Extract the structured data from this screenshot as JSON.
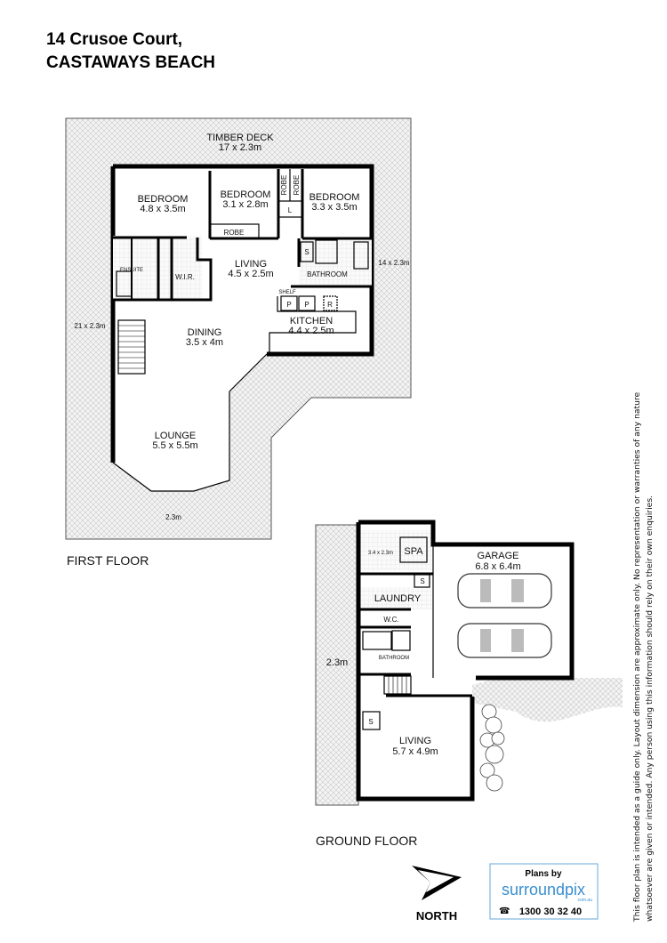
{
  "header": {
    "line1": "14 Crusoe Court,",
    "line2": "CASTAWAYS BEACH"
  },
  "first_floor": {
    "label": "FIRST FLOOR",
    "timber_deck": {
      "name": "TIMBER DECK",
      "size": "17 x 2.3m"
    },
    "rooms": [
      {
        "name": "BEDROOM",
        "size": "4.8 x 3.5m"
      },
      {
        "name": "BEDROOM",
        "size": "3.1 x 2.8m"
      },
      {
        "name": "BEDROOM",
        "size": "3.3 x 3.5m"
      },
      {
        "name": "LIVING",
        "size": "4.5 x 2.5m"
      },
      {
        "name": "KITCHEN",
        "size": "4.4 x 2.5m"
      },
      {
        "name": "DINING",
        "size": "3.5 x 4m"
      },
      {
        "name": "LOUNGE",
        "size": "5.5 x 5.5m"
      }
    ],
    "fixtures": {
      "robe": "ROBE",
      "linen": "L",
      "shower": "S",
      "bathroom": "BATHROOM",
      "ensuite": "ENSUITE",
      "wir": "W.I.R.",
      "shelf": "SHELF",
      "pantry": "P",
      "fridge": "R"
    },
    "deck_dims": {
      "east": "14 x 2.3m",
      "west": "21 x 2.3m",
      "south": "2.3m"
    }
  },
  "ground_floor": {
    "label": "GROUND FLOOR",
    "spa": {
      "name": "SPA",
      "size": "3.4 x 2.3m"
    },
    "garage": {
      "name": "GARAGE",
      "size": "6.8 x 6.4m"
    },
    "laundry": "LAUNDRY",
    "wc": "W.C.",
    "bathroom": "BATHROOM",
    "shower": "S",
    "deck_dim": "2.3m",
    "living": {
      "name": "LIVING",
      "size": "5.7 x 4.9m"
    }
  },
  "compass": {
    "label": "NORTH"
  },
  "logo": {
    "plans_by": "Plans by",
    "brand": "surroundpix",
    "domain": "com.au",
    "phone": "1300 30 32 40",
    "accent": "#3a8fd0"
  },
  "disclaimer": {
    "line1": "This floor plan is intended as a guide only. Layout dimension are approximate only. No representation or warranties of any nature",
    "line2": "whatsoever are given or intended. Any person using this information should rely on their own enquiries."
  }
}
